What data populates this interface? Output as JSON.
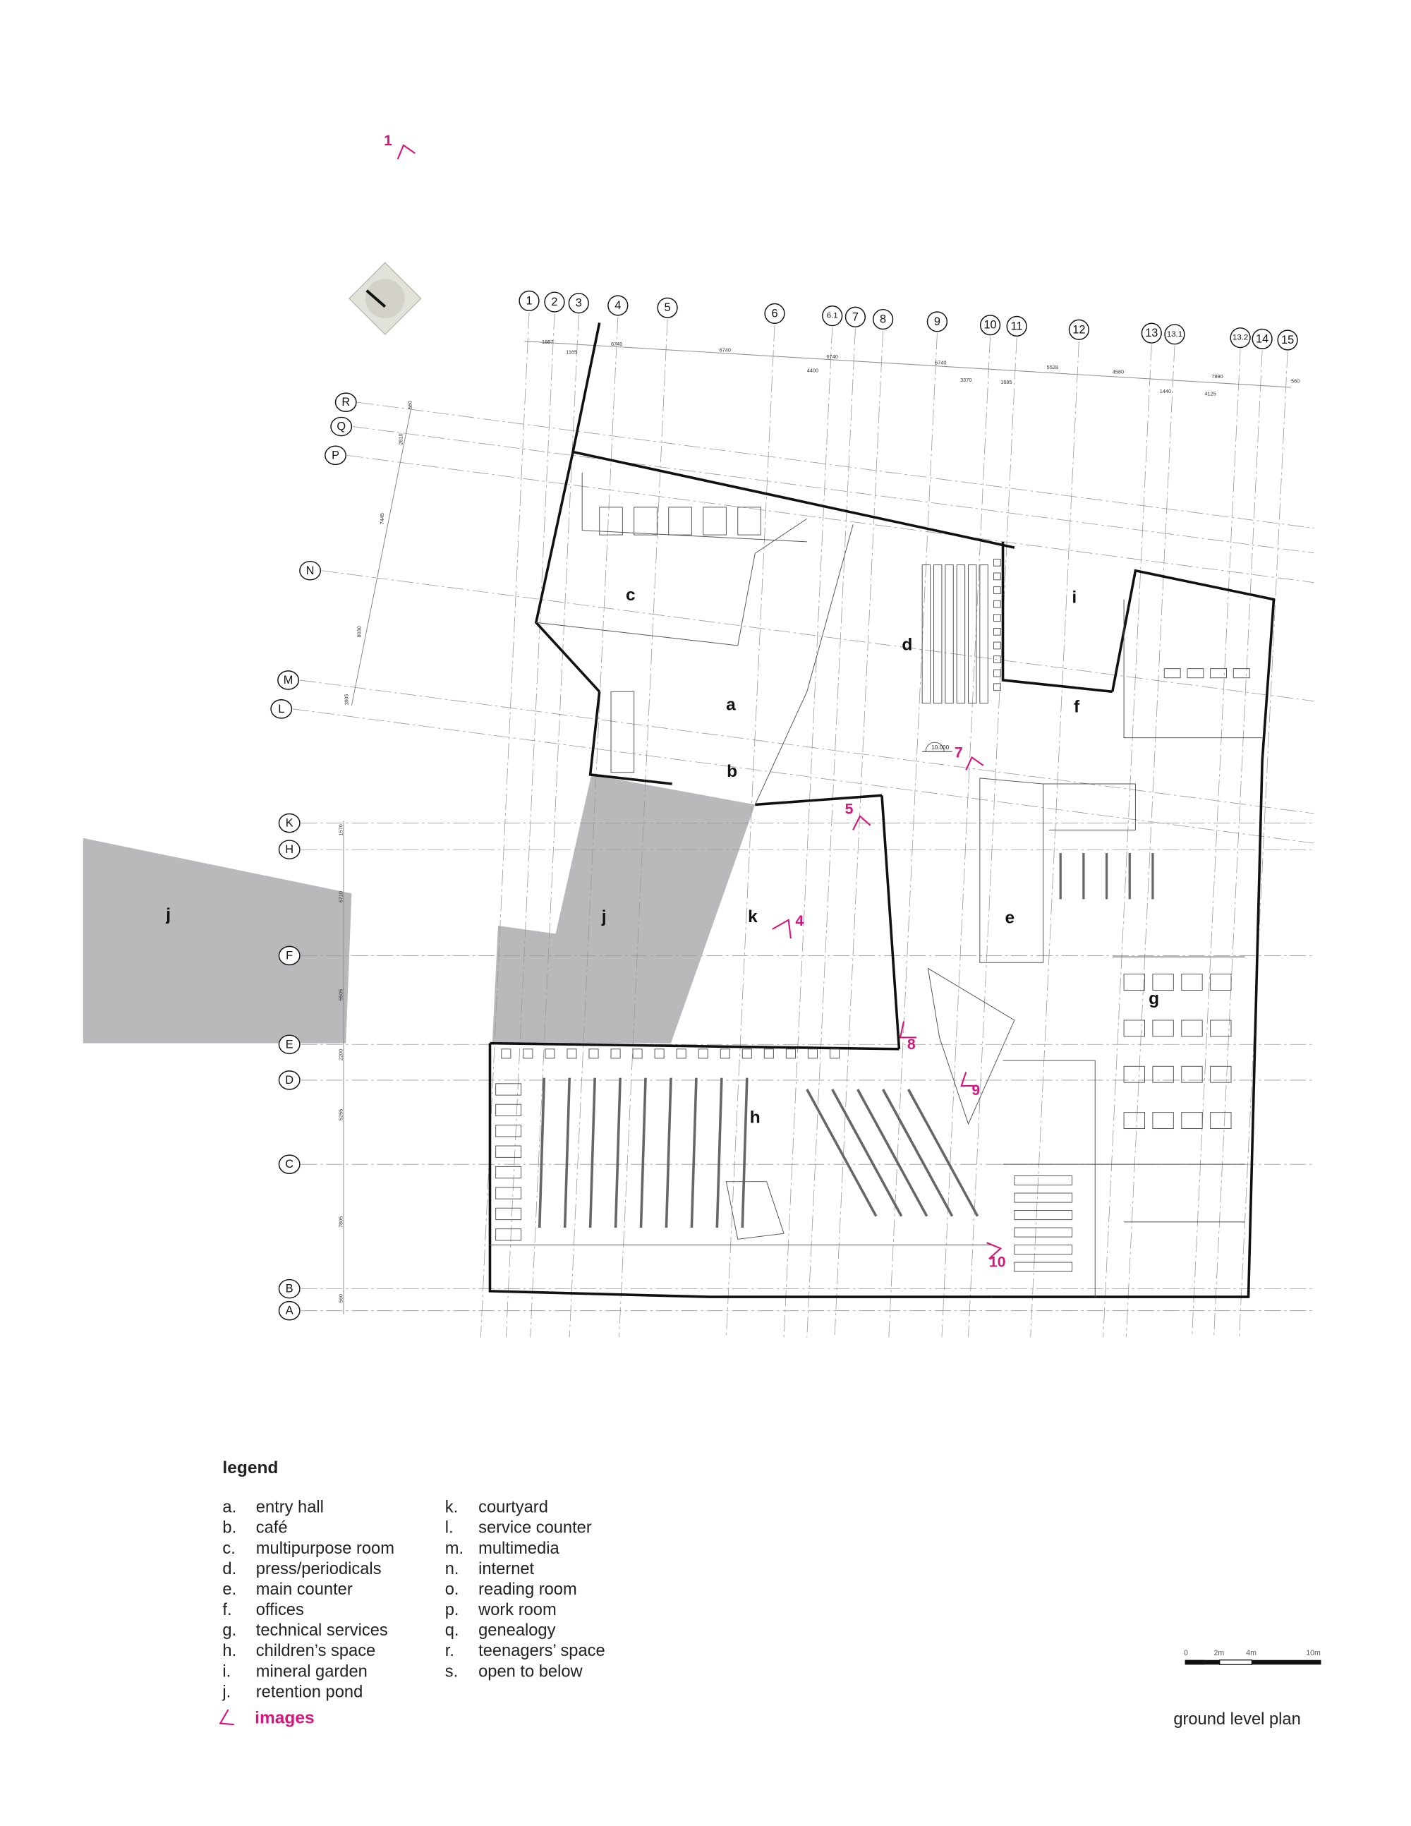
{
  "title": "ground level plan",
  "columns": [
    "1",
    "2",
    "3",
    "4",
    "5",
    "6",
    "6.1",
    "7",
    "8",
    "9",
    "10",
    "11",
    "12",
    "13",
    "13.1",
    "13.2",
    "14",
    "15"
  ],
  "rows": [
    "R",
    "Q",
    "P",
    "N",
    "M",
    "L",
    "K",
    "H",
    "F",
    "E",
    "D",
    "C",
    "B",
    "A"
  ],
  "top_dimensions": [
    "1887",
    "1165",
    "6740",
    "6740",
    "6740",
    "4400",
    "6740",
    "3370",
    "1685",
    "5528",
    "4580",
    "1440",
    "4125",
    "7890",
    "560"
  ],
  "left_dimensions": [
    "560",
    "2810",
    "7445",
    "8030",
    "1805",
    "1570",
    "6710",
    "5505",
    "2200",
    "5255",
    "7805",
    "560"
  ],
  "elevation_mark": "10.000",
  "rooms": [
    {
      "letter": "a"
    },
    {
      "letter": "b"
    },
    {
      "letter": "c"
    },
    {
      "letter": "d"
    },
    {
      "letter": "e"
    },
    {
      "letter": "f"
    },
    {
      "letter": "g"
    },
    {
      "letter": "h"
    },
    {
      "letter": "i"
    },
    {
      "letter": "j"
    },
    {
      "letter": "j"
    },
    {
      "letter": "k"
    }
  ],
  "image_markers": [
    "1",
    "4",
    "5",
    "7",
    "8",
    "9",
    "10"
  ],
  "legend": {
    "heading": "legend",
    "items": [
      {
        "key": "a.",
        "label": "entry hall"
      },
      {
        "key": "b.",
        "label": "café"
      },
      {
        "key": "c.",
        "label": "multipurpose room"
      },
      {
        "key": "d.",
        "label": "press/periodicals"
      },
      {
        "key": "e.",
        "label": "main counter"
      },
      {
        "key": "f.",
        "label": "offices"
      },
      {
        "key": "g.",
        "label": "technical services"
      },
      {
        "key": "h.",
        "label": "children’s space"
      },
      {
        "key": "i.",
        "label": "mineral garden"
      },
      {
        "key": "j.",
        "label": "retention pond"
      },
      {
        "key": "k.",
        "label": "courtyard"
      },
      {
        "key": "l.",
        "label": "service counter"
      },
      {
        "key": "m.",
        "label": "multimedia"
      },
      {
        "key": "n.",
        "label": "internet"
      },
      {
        "key": "o.",
        "label": "reading room"
      },
      {
        "key": "p.",
        "label": "work room"
      },
      {
        "key": "q.",
        "label": "genealogy"
      },
      {
        "key": "r.",
        "label": "teenagers’ space"
      },
      {
        "key": "s.",
        "label": "open to below"
      }
    ],
    "images_label": "images"
  },
  "scale_bar": {
    "ticks": [
      "0",
      "2m",
      "4m",
      "10m"
    ]
  },
  "colors": {
    "accent": "#d6157e",
    "pond": "#b9b9bc",
    "wall": "#111111"
  }
}
